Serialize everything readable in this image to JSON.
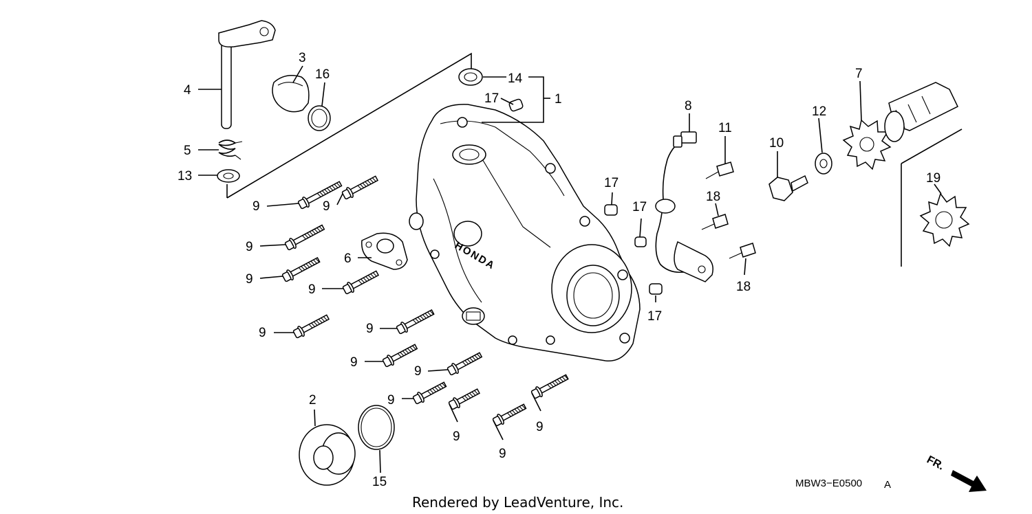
{
  "callouts": {
    "c1": "1",
    "c2": "2",
    "c3": "3",
    "c4": "4",
    "c5": "5",
    "c6": "6",
    "c7": "7",
    "c8": "8",
    "c9": "9",
    "c10": "10",
    "c11": "11",
    "c12": "12",
    "c13": "13",
    "c14": "14",
    "c15": "15",
    "c16": "16",
    "c17": "17",
    "c18": "18",
    "c19": "19"
  },
  "cover_brand": "HONDA",
  "diagram_code": "MBW3−E0500",
  "diagram_rev": "A",
  "front_marker": "FR.",
  "footer": "Rendered by LeadVenture, Inc."
}
